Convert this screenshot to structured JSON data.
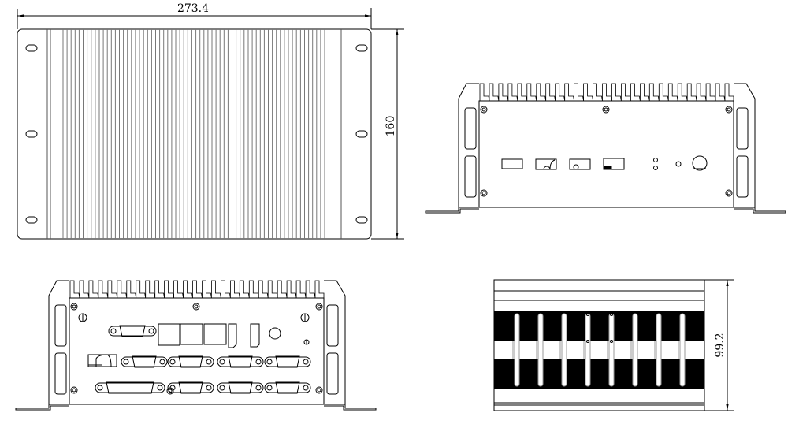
{
  "dimensions": {
    "width": "273.4",
    "depth": "160",
    "height": "99.2"
  },
  "views": {
    "top": {
      "slot_rows": 3,
      "fin_count": 66
    },
    "front": {
      "fin_count": 27
    },
    "rear": {
      "fin_count": 27
    },
    "side": {
      "vent_slots": 8
    }
  },
  "colors": {
    "line": "#000000",
    "background": "#ffffff"
  }
}
